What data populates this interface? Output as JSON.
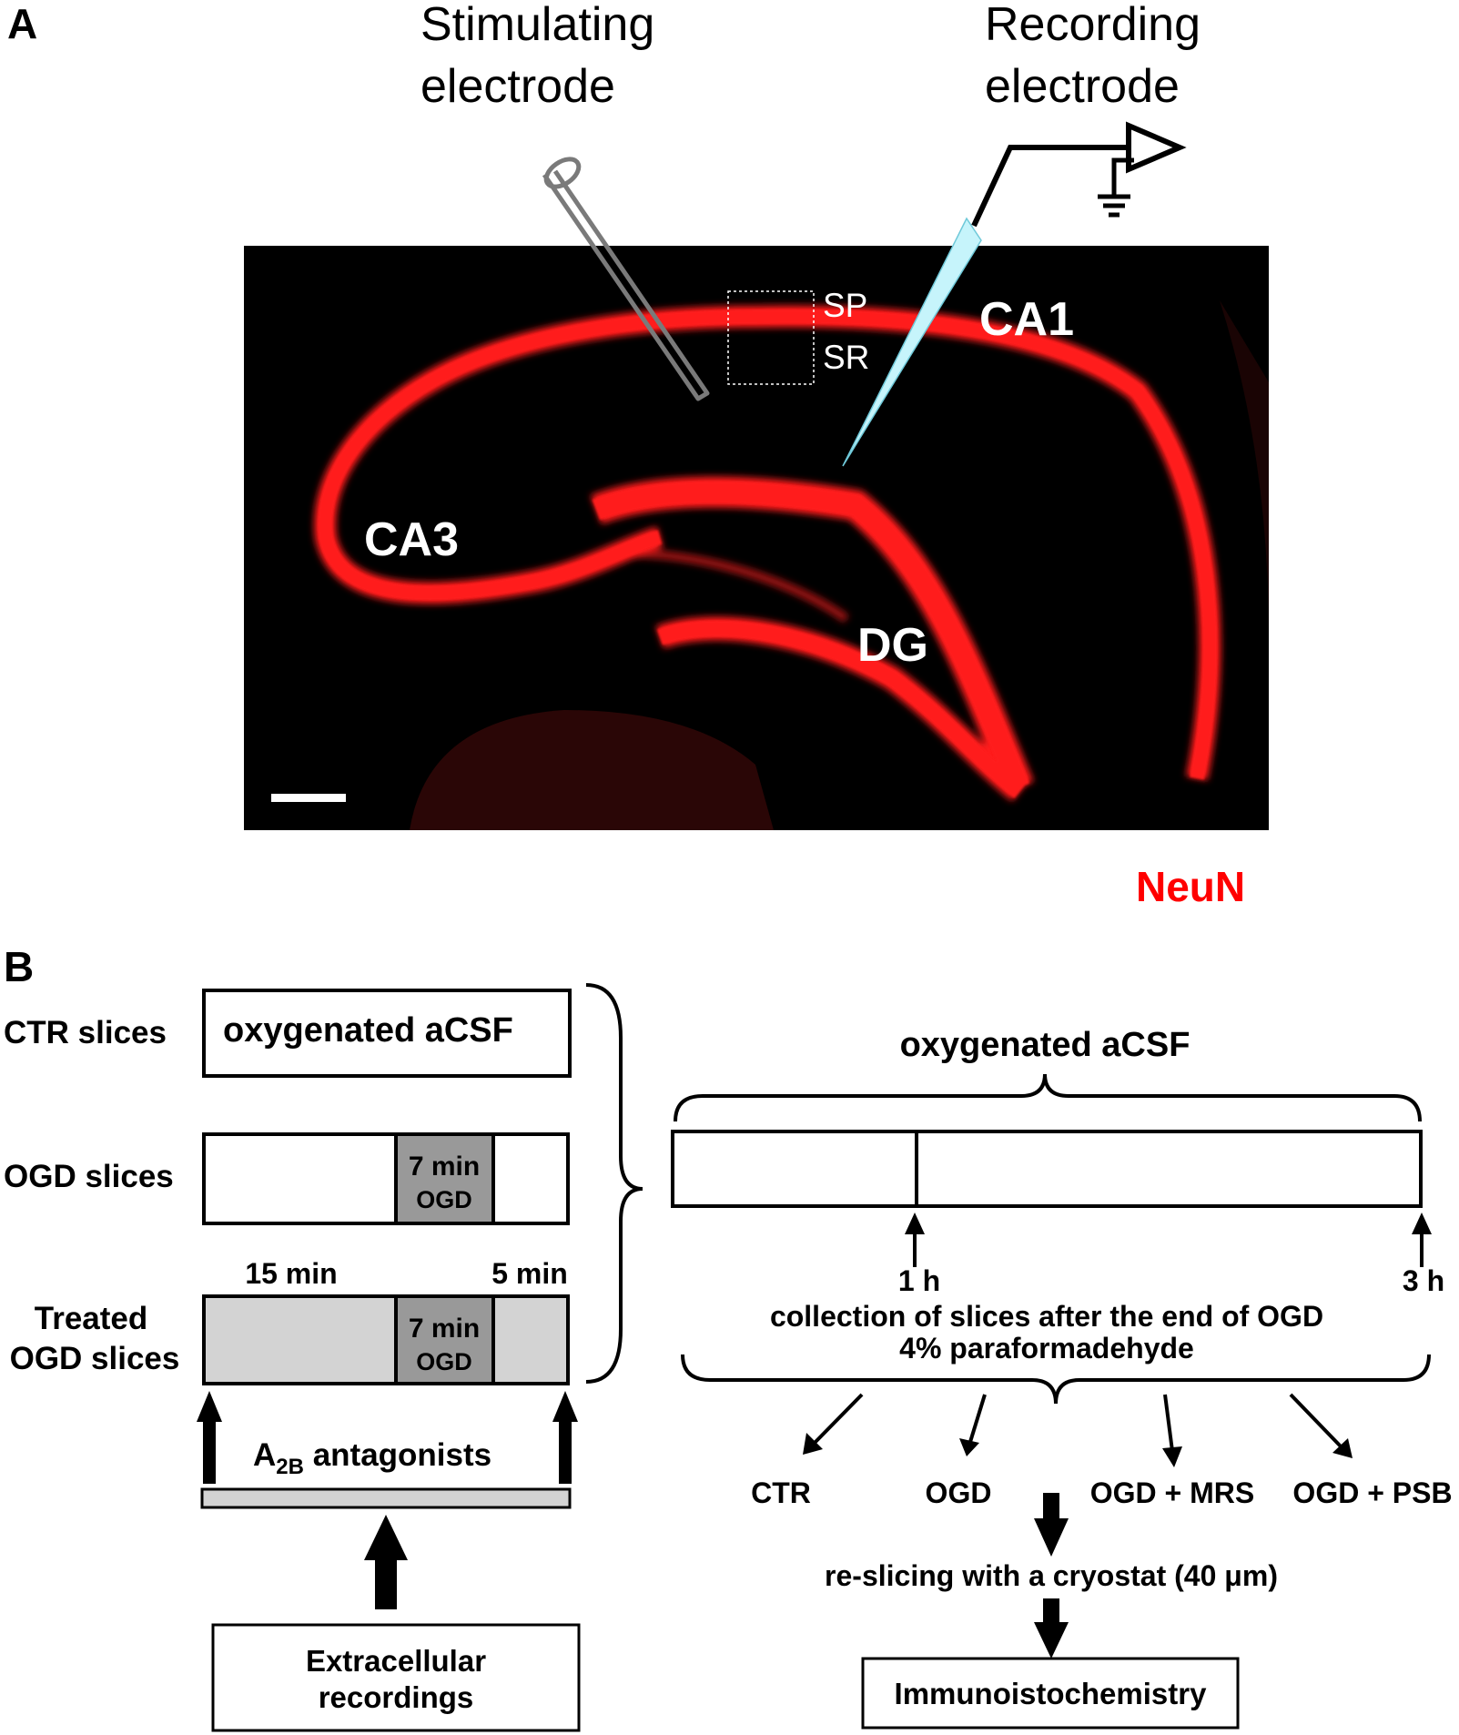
{
  "panel_a": {
    "letter": "A",
    "stim_line1": "Stimulating",
    "stim_line2": "electrode",
    "rec_line1": "Recording",
    "rec_line2": "electrode",
    "sp": "SP",
    "sr": "SR",
    "ca1": "CA1",
    "ca3": "CA3",
    "dg": "DG",
    "stain": "NeuN",
    "stain_color": "#ff0000",
    "tissue_color": "#ff1a1a",
    "pipette_color": "#c6f4fb"
  },
  "panel_b": {
    "letter": "B",
    "ctr_label": "CTR slices",
    "ctr_box": "oxygenated aCSF",
    "ogd_label": "OGD slices",
    "ogd_box_line1": "7 min",
    "ogd_box_line2": "OGD",
    "time_15": "15 min",
    "time_5": "5 min",
    "treated_line1": "Treated",
    "treated_line2": "OGD slices",
    "treated_box_line1": "7 min",
    "treated_box_line2": "OGD",
    "antag_main": "A",
    "antag_sub": "2B",
    "antag_rest": " antagonists",
    "extra_line1": "Extracellular",
    "extra_line2": "recordings",
    "timeline_title": "oxygenated aCSF",
    "t1": "1 h",
    "t3": "3 h",
    "collection_line1": "collection of slices after the end of OGD",
    "collection_line2": "4% paraformadehyde",
    "group1": "CTR",
    "group2": "OGD",
    "group3": "OGD + MRS",
    "group4": "OGD + PSB",
    "reslicing": "re-slicing with a cryostat (40 μm)",
    "immuno": "Immunoistochemistry",
    "ogd_gray": "#999999",
    "treated_gray": "#d3d3d3"
  }
}
